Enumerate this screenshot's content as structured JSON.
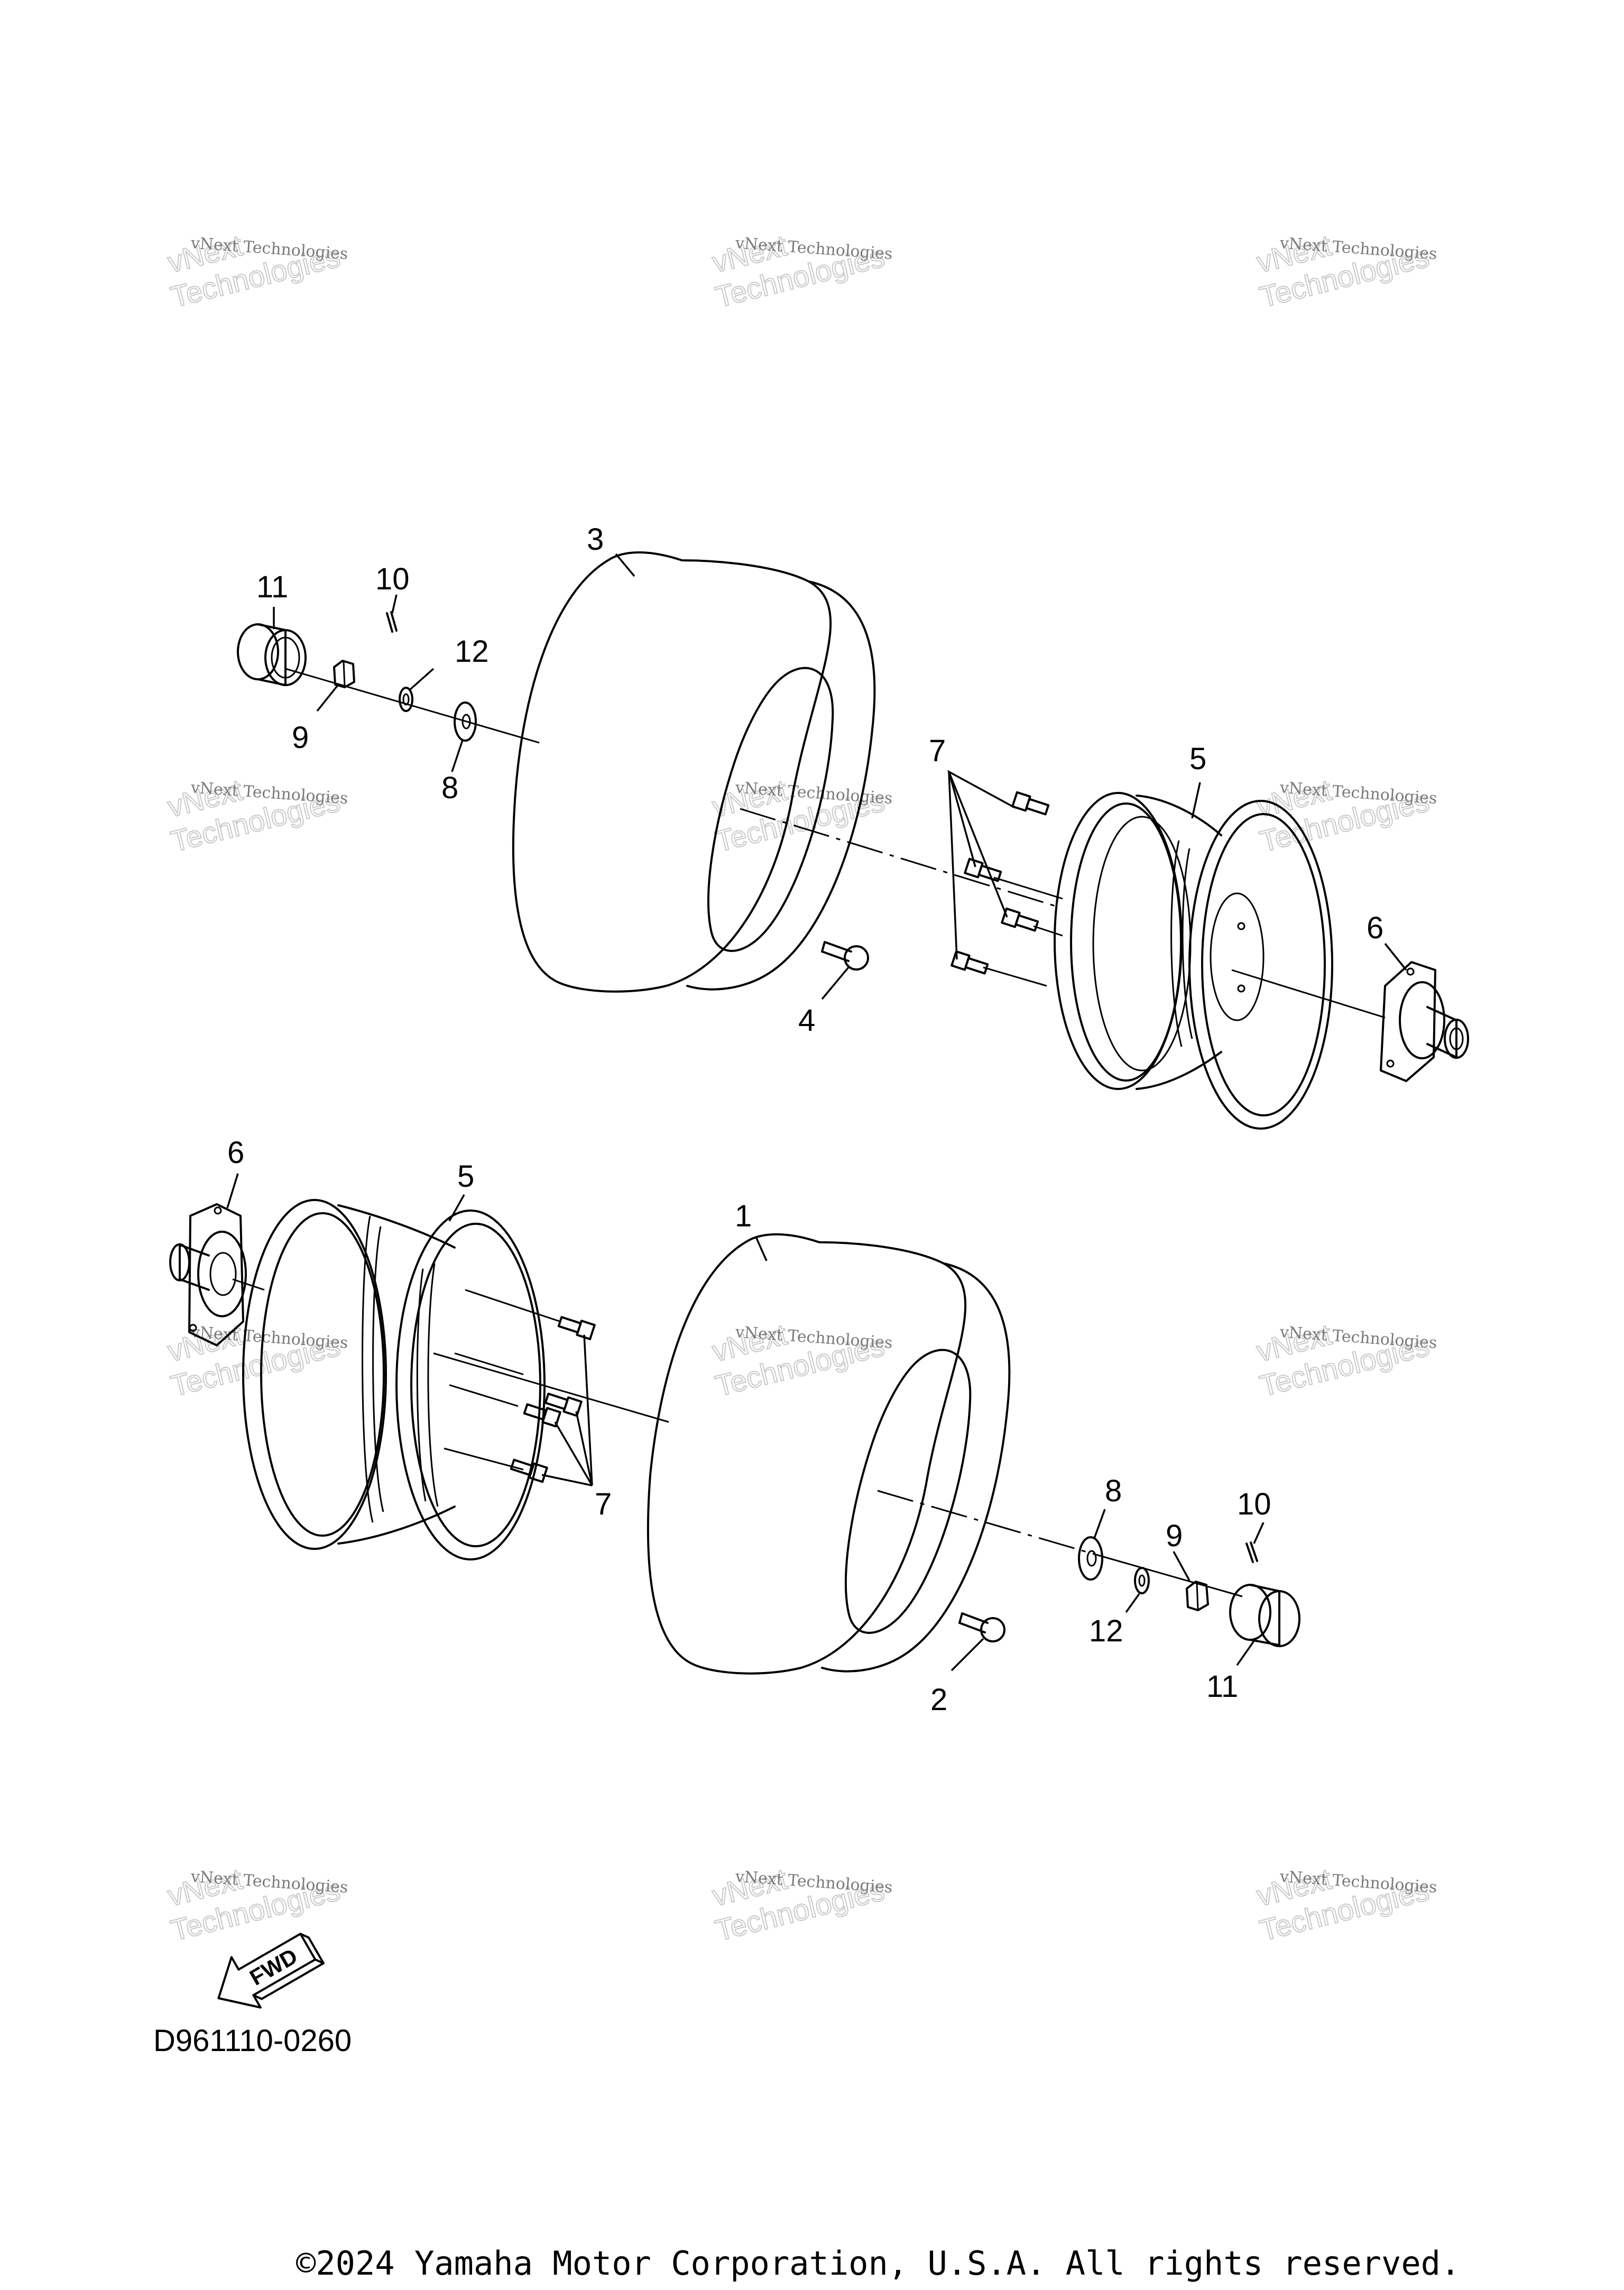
{
  "callouts": {
    "c1": "1",
    "c2": "2",
    "c3": "3",
    "c4": "4",
    "c5a": "5",
    "c5b": "5",
    "c6a": "6",
    "c6b": "6",
    "c7a": "7",
    "c7b": "7",
    "c8a": "8",
    "c8b": "8",
    "c9a": "9",
    "c9b": "9",
    "c10a": "10",
    "c10b": "10",
    "c11a": "11",
    "c11b": "11",
    "c12a": "12",
    "c12b": "12"
  },
  "watermark": {
    "line1": "vNext Technologies",
    "line2a": "vNext",
    "line2b": "Technologies"
  },
  "fwd_label": "FWD",
  "diagram_ref": "D961110-0260",
  "copyright": "©2024 Yamaha Motor Corporation, U.S.A. All rights reserved."
}
